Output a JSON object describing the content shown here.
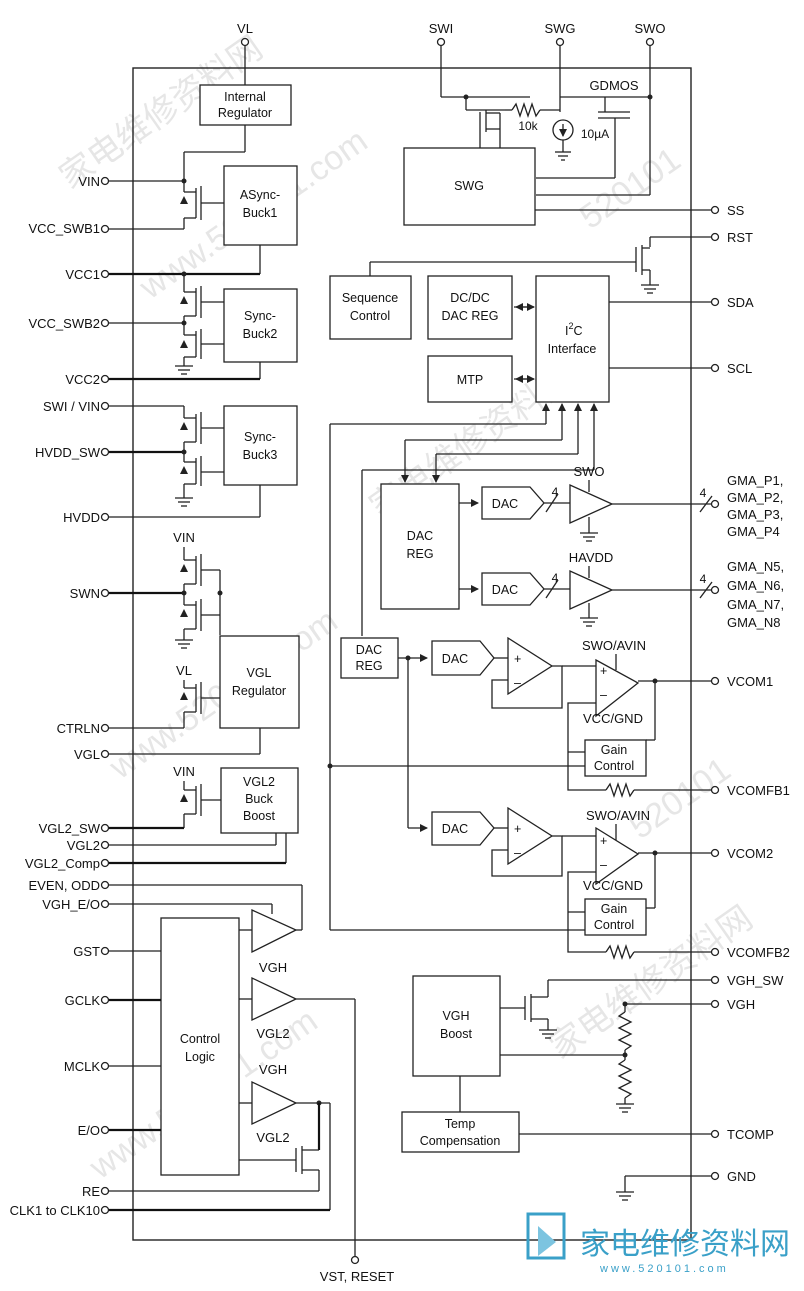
{
  "pins_top": {
    "vl": "VL",
    "swi": "SWI",
    "swg": "SWG",
    "swo": "SWO"
  },
  "pins_left": {
    "vin": "VIN",
    "vcc_swb1": "VCC_SWB1",
    "vcc1": "VCC1",
    "vcc_swb2": "VCC_SWB2",
    "vcc2": "VCC2",
    "swi_vin": "SWI / VIN",
    "hvdd_sw": "HVDD_SW",
    "hvdd": "HVDD",
    "swn": "SWN",
    "ctrln": "CTRLN",
    "vgl": "VGL",
    "vgl2_sw": "VGL2_SW",
    "vgl2": "VGL2",
    "vgl2_comp": "VGL2_Comp",
    "even_odd": "EVEN, ODD",
    "vgh_eo": "VGH_E/O",
    "gst": "GST",
    "gclk": "GCLK",
    "mclk": "MCLK",
    "eo": "E/O",
    "re": "RE",
    "clk": "CLK1 to CLK10"
  },
  "pins_right": {
    "ss": "SS",
    "rst": "RST",
    "sda": "SDA",
    "scl": "SCL",
    "gma_p": [
      "GMA_P1,",
      "GMA_P2,",
      "GMA_P3,",
      "GMA_P4"
    ],
    "gma_n": [
      "GMA_N5,",
      "GMA_N6,",
      "GMA_N7,",
      "GMA_N8"
    ],
    "vcom1": "VCOM1",
    "vcomfb1": "VCOMFB1",
    "vcom2": "VCOM2",
    "vcomfb2": "VCOMFB2",
    "vgh_sw": "VGH_SW",
    "vgh": "VGH",
    "tcomp": "TCOMP",
    "gnd": "GND"
  },
  "pins_bottom": {
    "vst_reset": "VST, RESET"
  },
  "blocks": {
    "internal_regulator": [
      "Internal",
      "Regulator"
    ],
    "async_buck1": [
      "ASync-",
      "Buck1"
    ],
    "sync_buck2": [
      "Sync-",
      "Buck2"
    ],
    "sync_buck3": [
      "Sync-",
      "Buck3"
    ],
    "vgl_regulator": [
      "VGL",
      "Regulator"
    ],
    "vgl2_buck_boost": [
      "VGL2",
      "Buck",
      "Boost"
    ],
    "control_logic": [
      "Control",
      "Logic"
    ],
    "swg": "SWG",
    "sequence_control": [
      "Sequence",
      "Control"
    ],
    "dcdc_dac_reg": [
      "DC/DC",
      "DAC REG"
    ],
    "mtp": "MTP",
    "i2c_interface": {
      "i": "I",
      "sup": "2",
      "c": "C",
      "line2": "Interface"
    },
    "dac_reg_big": [
      "DAC",
      "REG"
    ],
    "dac_reg_small": [
      "DAC",
      "REG"
    ],
    "dac": "DAC",
    "gain_control": [
      "Gain",
      "Control"
    ],
    "vgh_boost": [
      "VGH",
      "Boost"
    ],
    "temp_compensation": [
      "Temp",
      "Compensation"
    ]
  },
  "labels": {
    "gdmos": "GDMOS",
    "r10k": "10k",
    "i10ua": "10µA",
    "swo": "SWO",
    "havdd": "HAVDD",
    "bus4": "4",
    "swo_avin": "SWO/AVIN",
    "vcc_gnd": "VCC/GND",
    "vin": "VIN",
    "vl": "VL",
    "vgh": "VGH",
    "vgl2": "VGL2",
    "plus": "+",
    "minus": "–"
  },
  "watermarks": [
    "家电维修资料网",
    "www.520101.com",
    "520101"
  ],
  "brand": {
    "text": "家电维修资料网",
    "url": "www.520101.com"
  }
}
